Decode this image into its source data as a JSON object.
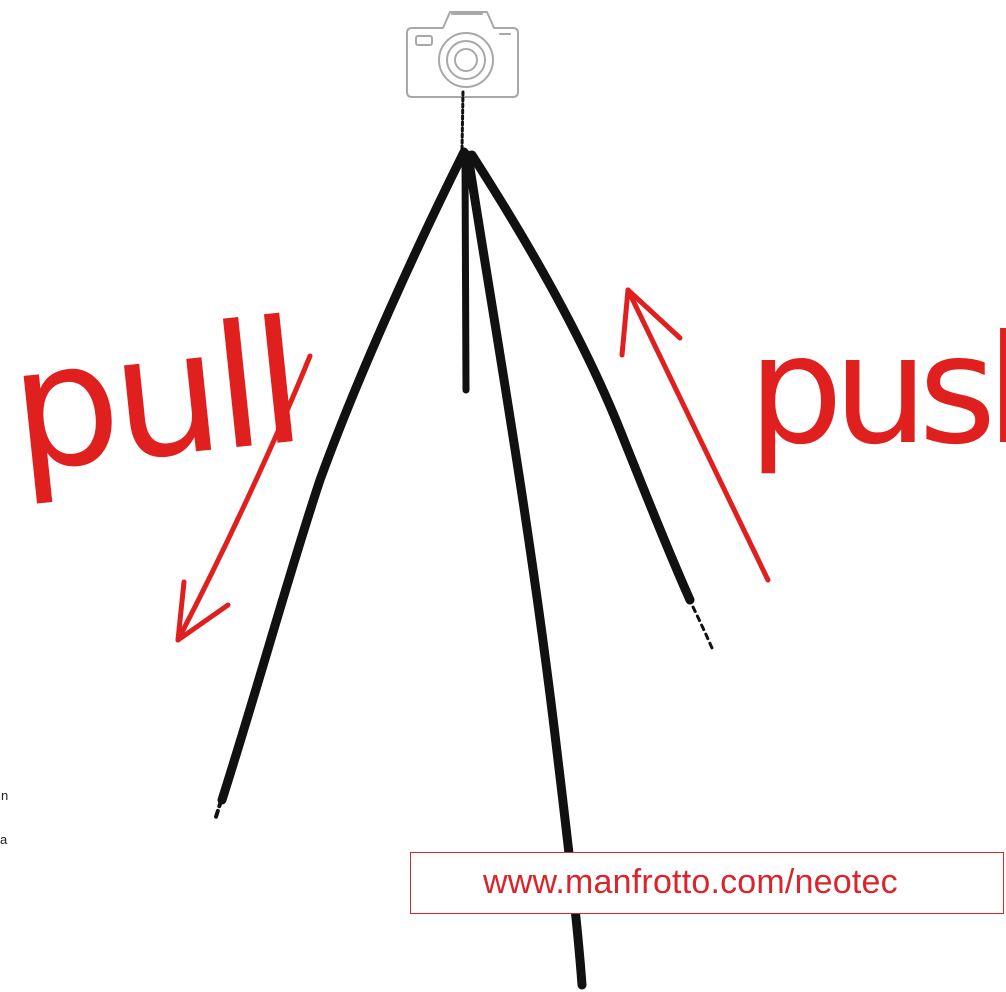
{
  "colors": {
    "red": "#e0201f",
    "ink": "#111111",
    "camera": "#a8a8a8",
    "url": "#d9252b"
  },
  "icons": {
    "camera": "camera-icon",
    "pull_arrow": "arrow-down-left-icon",
    "push_arrow": "arrow-up-left-icon"
  },
  "labels": {
    "pull": "pull",
    "push": "push"
  },
  "url": "www.manfrotto.com/neotec",
  "edge_fragments": [
    "n",
    "a"
  ]
}
